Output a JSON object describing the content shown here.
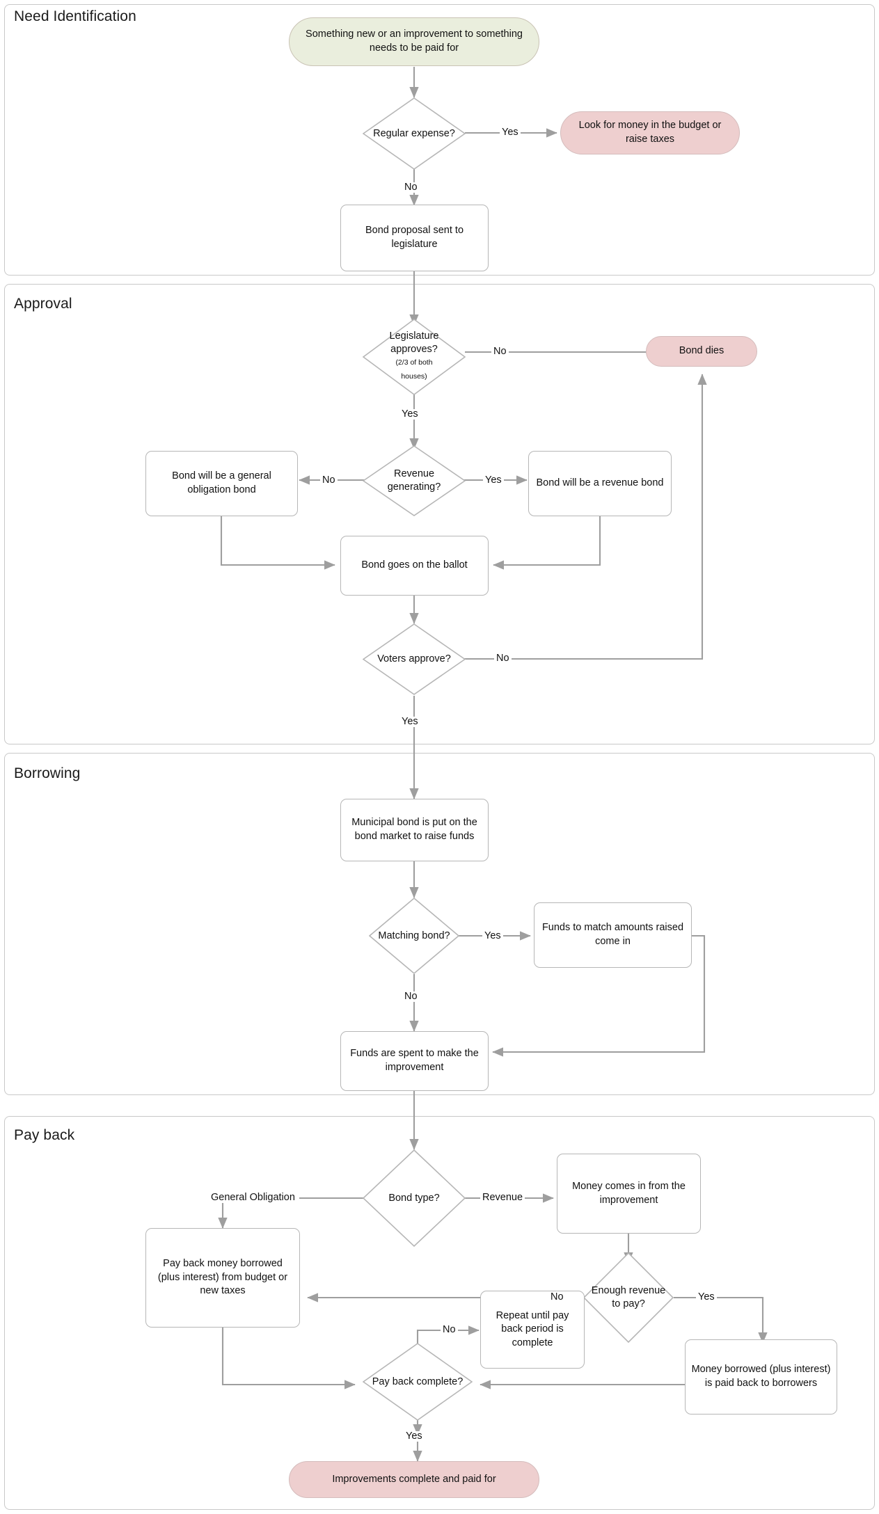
{
  "diagram": {
    "title": "Municipal Bond Process Flowchart",
    "colors": {
      "start_fill": "#eaeedd",
      "end_fill": "#eecfcf",
      "node_stroke": "#b6b6b6",
      "lane_stroke": "#c8c8c8",
      "edge_stroke": "#9e9e9e",
      "text": "#111111"
    },
    "lanes": [
      {
        "id": "lane-need",
        "label": "Need Identification"
      },
      {
        "id": "lane-approval",
        "label": "Approval"
      },
      {
        "id": "lane-borrowing",
        "label": "Borrowing"
      },
      {
        "id": "lane-payback",
        "label": "Pay back"
      }
    ],
    "nodes": {
      "start": {
        "label": "Something new or an improvement to something needs to be paid for",
        "shape": "terminator"
      },
      "regular_expense": {
        "label": "Regular expense?",
        "shape": "decision"
      },
      "look_for_money": {
        "label": "Look for money in the budget or raise taxes",
        "shape": "terminator"
      },
      "bond_proposal": {
        "label": "Bond proposal sent to legislature",
        "shape": "process"
      },
      "legislature_approves": {
        "label": "Legislature approves?",
        "sublabel_line1": "(2/3 of both",
        "sublabel_line2": "houses)",
        "shape": "decision"
      },
      "bond_dies": {
        "label": "Bond dies",
        "shape": "terminator"
      },
      "revenue_generating": {
        "label": "Revenue generating?",
        "shape": "decision"
      },
      "general_obligation_bond": {
        "label": "Bond will be a general obligation bond",
        "shape": "process"
      },
      "revenue_bond": {
        "label": "Bond will be a revenue bond",
        "shape": "process"
      },
      "ballot": {
        "label": "Bond goes on the ballot",
        "shape": "process"
      },
      "voters_approve": {
        "label": "Voters approve?",
        "shape": "decision"
      },
      "municipal_bond": {
        "label": "Municipal bond is put on the bond market to raise funds",
        "shape": "process"
      },
      "matching_bond": {
        "label": "Matching bond?",
        "shape": "decision"
      },
      "funds_to_match": {
        "label": "Funds to match amounts raised come in",
        "shape": "process"
      },
      "funds_spent": {
        "label": "Funds are spent to make the improvement",
        "shape": "process"
      },
      "bond_type": {
        "label": "Bond type?",
        "shape": "decision"
      },
      "money_comes_in": {
        "label": "Money comes in from the improvement",
        "shape": "process"
      },
      "pay_back_money": {
        "label": "Pay back money borrowed (plus interest) from budget or new taxes",
        "shape": "process"
      },
      "enough_revenue": {
        "label": "Enough revenue to pay?",
        "shape": "decision"
      },
      "repeat_until": {
        "label": "Repeat until pay back period is complete",
        "shape": "process"
      },
      "money_paid_back": {
        "label": "Money borrowed (plus interest) is paid back to borrowers",
        "shape": "process"
      },
      "pay_back_complete": {
        "label": "Pay back complete?",
        "shape": "decision"
      },
      "improvements_complete": {
        "label": "Improvements complete and paid for",
        "shape": "terminator"
      }
    },
    "edge_labels": {
      "regular_yes": "Yes",
      "regular_no": "No",
      "legislature_no": "No",
      "legislature_yes": "Yes",
      "revenue_no": "No",
      "revenue_yes": "Yes",
      "voters_no": "No",
      "voters_yes": "Yes",
      "matching_yes": "Yes",
      "matching_no": "No",
      "bondtype_general": "General Obligation",
      "bondtype_revenue": "Revenue",
      "enough_no": "No",
      "enough_yes": "Yes",
      "payback_no": "No",
      "payback_yes": "Yes"
    }
  }
}
